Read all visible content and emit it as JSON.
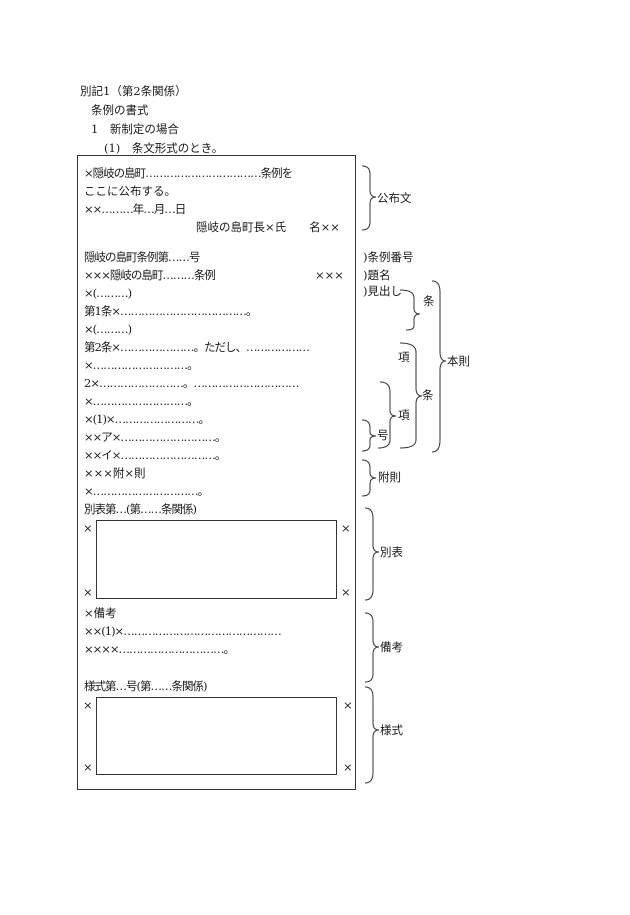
{
  "header": {
    "appendix": "別記1（第2条関係）",
    "format_title": "条例の書式",
    "case": "1　新制定の場合",
    "sub_case": "(1)　条文形式のとき。"
  },
  "document": {
    "line1": "×隠岐の島町……………………………条例を",
    "line2": "ここに公布する。",
    "line3": "××………年…月…日",
    "line4": "隠岐の島町長×氏　　名××",
    "line5": "隠岐の島町条例第……号",
    "line6a": "×××隠岐の島町………条例",
    "line6b": "×××",
    "line7": "×(………)",
    "line8": "第1条×………………………………。",
    "line9": "×(………)",
    "line10": "第2条×…………………。ただし、………………",
    "line11": "×………………………。",
    "line12": "2×……………………。…………………………",
    "line13": "×………………………。",
    "line14": "×(1)×……………………。",
    "line15": "××ア×………………………。",
    "line16": "××イ×………………………。",
    "line17": "×××附×則",
    "line18": "×…………………………。",
    "line19": "別表第…(第……条関係)",
    "mark": "×",
    "line20": "×備考",
    "line21": "××(1)×………………………………………",
    "line22": "××××…………………………。",
    "line23": "様式第…号(第……条関係)"
  },
  "annotations": {
    "promulgation": "公布文",
    "ordinance_number": ")条例番号",
    "title": ")題名",
    "heading": ")見出し",
    "article_1": "条",
    "paragraph_1": "項",
    "article_2": "条",
    "main_body": "本則",
    "paragraph_2": "項",
    "item": "号",
    "supplementary": "附則",
    "appended_table": "別表",
    "remarks": "備考",
    "form": "様式"
  }
}
